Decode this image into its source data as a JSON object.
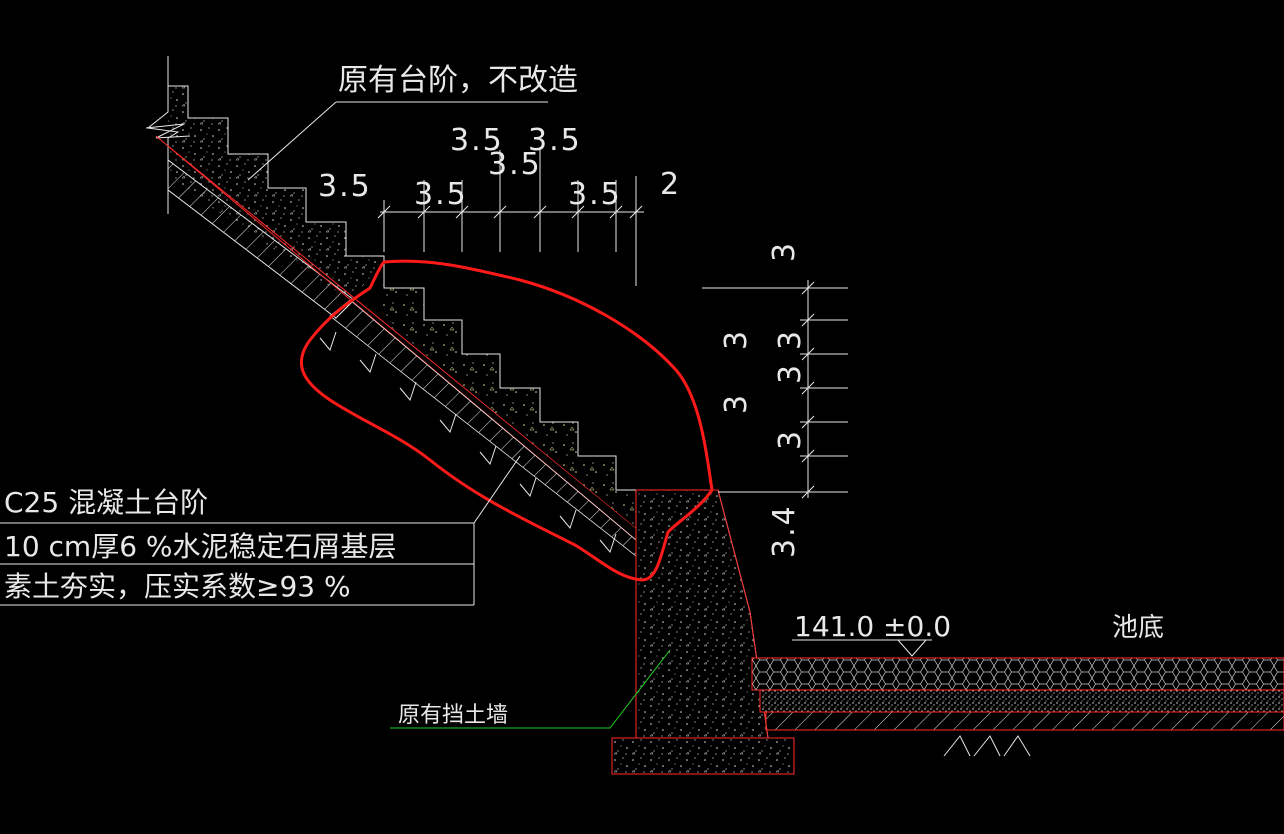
{
  "labels": {
    "existing_steps": "原有台阶，不改造",
    "c25_steps": "C25 混凝土台阶",
    "base_layer": "10 cm厚6 %水泥稳定石屑基层",
    "compacted_soil": "素土夯实，压实系数≥93 %",
    "retaining_wall": "原有挡土墙",
    "elevation": "141.0 ±0.0",
    "pool_bottom": "池底"
  },
  "dimensions": {
    "top_a": "3.5",
    "top_b": "3.5",
    "top_c": "3.5",
    "mid_a": "3.5",
    "mid_b": "3.5",
    "mid_c": "3.5",
    "right_end": "2",
    "vert_top": "3",
    "vert_a": "3",
    "vert_b": "3",
    "vert_c": "3",
    "vert_d": "3",
    "vert_e": "3",
    "vert_bottom": "3.4"
  },
  "colors": {
    "background": "#000000",
    "lines": "#e8e8e8",
    "section_outline": "#ff2a2a",
    "markup": "#ff1a1a",
    "leader": "#22d022"
  }
}
